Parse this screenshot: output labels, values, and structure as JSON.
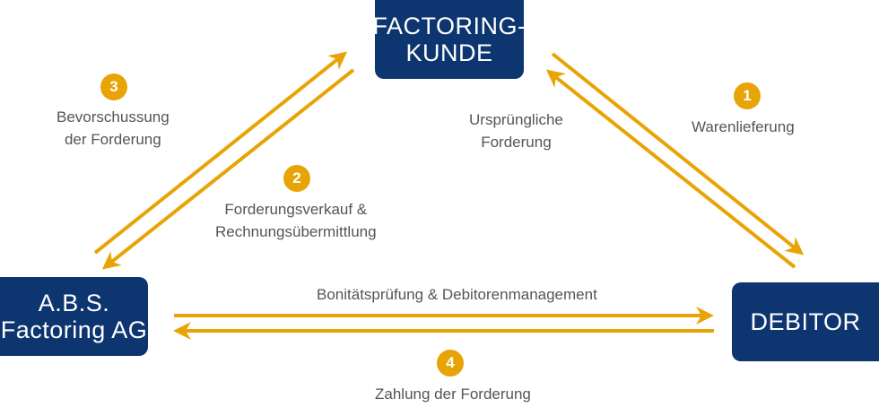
{
  "nodes": {
    "factoring_kunde": {
      "line1": "FACTORING-",
      "line2": "KUNDE"
    },
    "abs": {
      "line1": "A.B.S.",
      "line2": "Factoring AG"
    },
    "debitor": {
      "label": "DEBITOR"
    }
  },
  "steps": [
    {
      "number": "1",
      "line1": "Warenlieferung"
    },
    {
      "number": "2",
      "line1": "Forderungsverkauf &",
      "line2": "Rechnungsübermittlung"
    },
    {
      "number": "3",
      "line1": "Bevorschussung",
      "line2": "der Forderung"
    },
    {
      "number": "4",
      "line1": "Zahlung der Forderung"
    }
  ],
  "labels": {
    "urspruengliche": {
      "line1": "Ursprüngliche",
      "line2": "Forderung"
    },
    "bonitaet": "Bonitätsprüfung & Debitorenmanagement"
  },
  "colors": {
    "box": "#0d3570",
    "accent": "#e8a407",
    "text": "#555555"
  }
}
